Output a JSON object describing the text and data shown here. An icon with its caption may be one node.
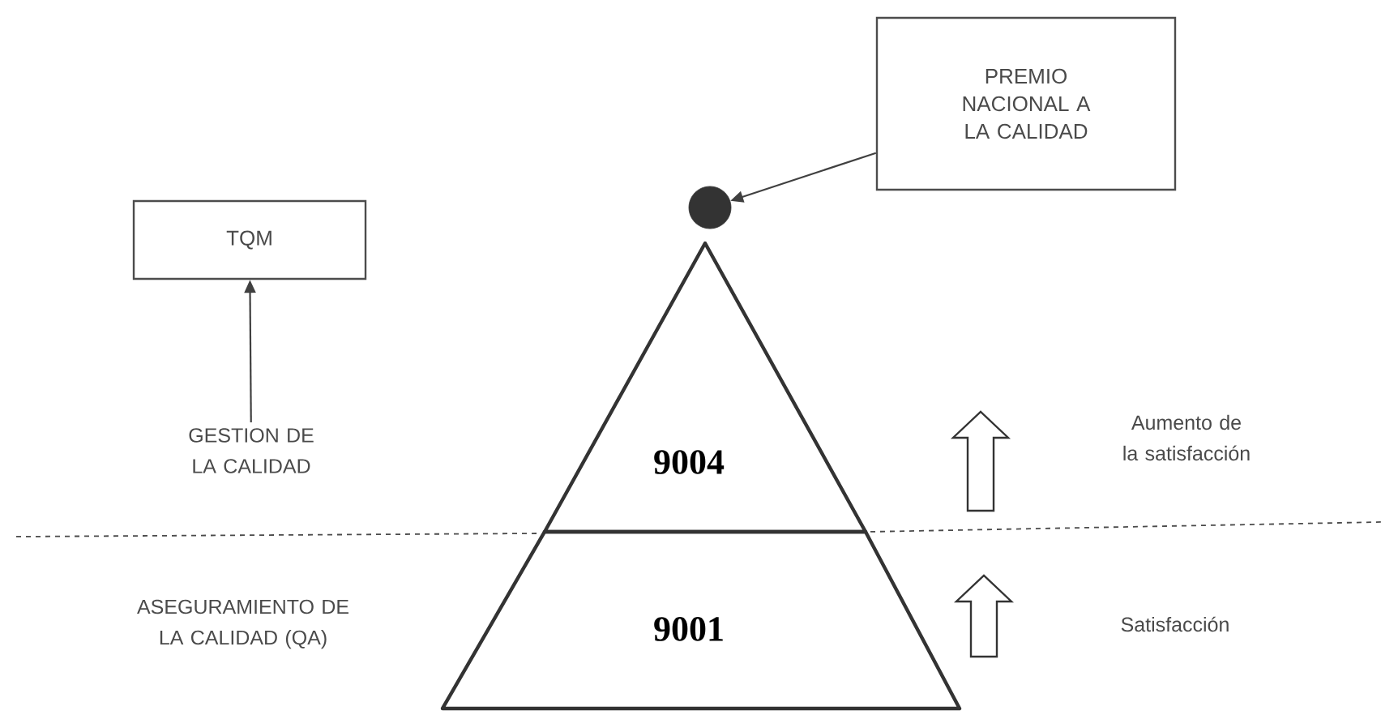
{
  "diagram": {
    "nodes": [
      {
        "text": [
          "TQM"
        ]
      },
      {
        "text": [
          "PREMIO NACIONAL A LA CALIDAD"
        ]
      },
      {
        "text": [],
        "shape": "circle"
      },
      {
        "text": [
          "9004"
        ]
      },
      {
        "text": [
          "9001"
        ]
      },
      {
        "text": [
          "GESTION DE LA CALIDAD"
        ]
      }
    ],
    "edges": [
      {
        "from": 5,
        "to": 0,
        "arrow": "to"
      },
      {
        "from": 1,
        "to": 2,
        "arrow": "to"
      }
    ],
    "labels": [
      "Aumento de la satisfacción",
      "ASEGURAMIENTO DE LA CALIDAD (QA)",
      "Satisfacción"
    ]
  }
}
